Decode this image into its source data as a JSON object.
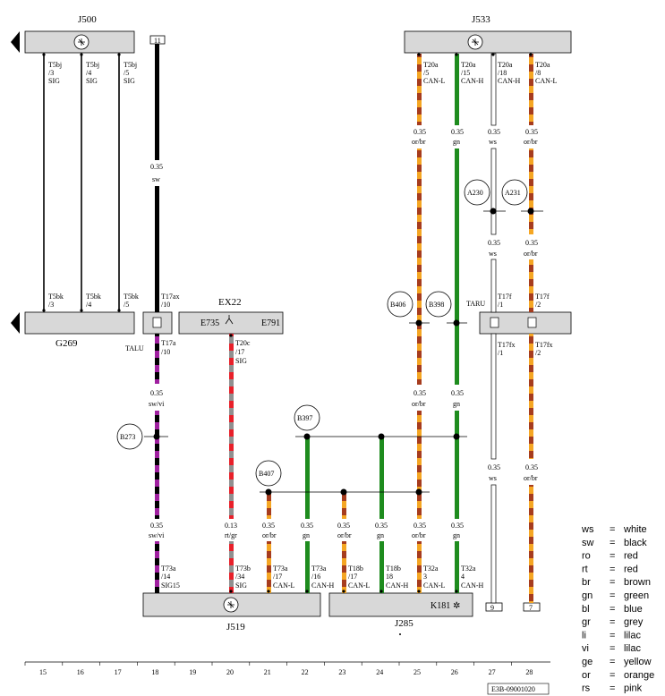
{
  "components": {
    "j500": {
      "name": "J500"
    },
    "j533": {
      "name": "J533"
    },
    "g269": {
      "name": "G269"
    },
    "ex22": {
      "name": "EX22",
      "sub_left": "E735",
      "sub_right": "E791"
    },
    "j519": {
      "name": "J519"
    },
    "j285": {
      "name": "J285",
      "sub": "K181"
    },
    "talu": "TALU",
    "taru": "TARU",
    "connector_box": "11"
  },
  "wires": {
    "j500_1": {
      "top": [
        "T5bj",
        "/3",
        "SIG"
      ],
      "bottom": [
        "T5bk",
        "/3"
      ]
    },
    "j500_2": {
      "top": [
        "T5bj",
        "/4",
        "SIG"
      ],
      "bottom": [
        "T5bk",
        "/4"
      ]
    },
    "j500_3": {
      "top": [
        "T5bj",
        "/5",
        "SIG"
      ],
      "bottom": [
        "T5bk",
        "/5"
      ]
    },
    "col18": {
      "size": "0.35",
      "color": "sw",
      "pin_top": [
        "T17ax",
        "/10"
      ],
      "pin_bottom": [
        "T17a",
        "/10"
      ],
      "size2": "0.35",
      "color2": "sw/vi",
      "size3": "0.35",
      "color3": "sw/vi",
      "end": [
        "T73a",
        "/14",
        "SIG15"
      ]
    },
    "col20": {
      "pin_top": [
        "T20c",
        "/17",
        "SIG"
      ],
      "size": "0.13",
      "color": "rt/gr",
      "end": [
        "T73b",
        "/34",
        "SIG"
      ]
    },
    "col21": {
      "size": "0.35",
      "color": "or/br",
      "end": [
        "T73a",
        "/17",
        "CAN-L"
      ]
    },
    "col22": {
      "size": "0.35",
      "color": "gn",
      "end": [
        "T73a",
        "/16",
        "CAN-H"
      ]
    },
    "col23": {
      "size": "0.35",
      "color": "or/br",
      "end": [
        "T18b",
        "/17",
        "CAN-L"
      ]
    },
    "col24": {
      "size": "0.35",
      "color": "gn",
      "end": [
        "T18b",
        "18",
        "CAN-H"
      ]
    },
    "col25": {
      "pin_top": [
        "T20a",
        "/5",
        "CAN-L"
      ],
      "size": "0.35",
      "color": "or/br",
      "size2": "0.35",
      "color2": "or/br",
      "size3": "0.35",
      "color3": "or/br",
      "end": [
        "T32a",
        "3",
        "CAN-L"
      ]
    },
    "col26": {
      "pin_top": [
        "T20a",
        "/15",
        "CAN-H"
      ],
      "size": "0.35",
      "color": "gn",
      "size2": "0.35",
      "color2": "gn",
      "size3": "0.35",
      "color3": "gn",
      "end": [
        "T32a",
        "4",
        "CAN-H"
      ]
    },
    "col27": {
      "pin_top": [
        "T20a",
        "/18",
        "CAN-H"
      ],
      "size": "0.35",
      "color": "ws",
      "size2": "0.35",
      "color2": "ws",
      "pin_mid": [
        "T17f",
        "/1"
      ],
      "pin_low": [
        "T17fx",
        "/1"
      ],
      "size3": "0.35",
      "color3": "ws",
      "end": "9"
    },
    "col28": {
      "pin_top": [
        "T20a",
        "/8",
        "CAN-L"
      ],
      "size": "0.35",
      "color": "or/br",
      "size2": "0.35",
      "color2": "or/br",
      "pin_mid": [
        "T17f",
        "/2"
      ],
      "pin_low": [
        "T17fx",
        "/2"
      ],
      "size3": "0.35",
      "color3": "or/br",
      "end": "7"
    }
  },
  "splices": {
    "a230": "A230",
    "a231": "A231",
    "b406": "B406",
    "b398": "B398",
    "b273": "B273",
    "b397": "B397",
    "b407": "B407"
  },
  "columns": [
    "15",
    "16",
    "17",
    "18",
    "19",
    "20",
    "21",
    "22",
    "23",
    "24",
    "25",
    "26",
    "27",
    "28"
  ],
  "legend": [
    {
      "code": "ws",
      "eq": "=",
      "name": "white"
    },
    {
      "code": "sw",
      "eq": "=",
      "name": "black"
    },
    {
      "code": "ro",
      "eq": "=",
      "name": "red"
    },
    {
      "code": "rt",
      "eq": "=",
      "name": "red"
    },
    {
      "code": "br",
      "eq": "=",
      "name": "brown"
    },
    {
      "code": "gn",
      "eq": "=",
      "name": "green"
    },
    {
      "code": "bl",
      "eq": "=",
      "name": "blue"
    },
    {
      "code": "gr",
      "eq": "=",
      "name": "grey"
    },
    {
      "code": "li",
      "eq": "=",
      "name": "lilac"
    },
    {
      "code": "vi",
      "eq": "=",
      "name": "lilac"
    },
    {
      "code": "ge",
      "eq": "=",
      "name": "yellow"
    },
    {
      "code": "or",
      "eq": "=",
      "name": "orange"
    },
    {
      "code": "rs",
      "eq": "=",
      "name": "pink"
    }
  ],
  "reference": "E3B-09001020",
  "colors": {
    "orange": "#f5a623",
    "brown": "#a63c1e",
    "green": "#1e8c1e",
    "black": "#000000",
    "lilac": "#a020a0",
    "red": "#e8202a",
    "grey": "#909090",
    "box": "#d8d8d8"
  }
}
